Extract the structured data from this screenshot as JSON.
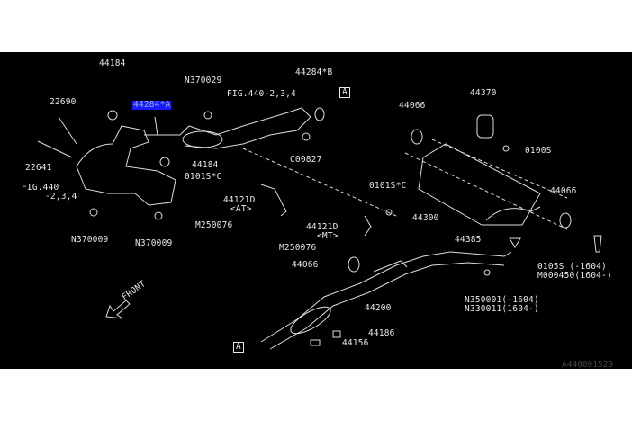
{
  "diagram_id": "A440001529",
  "highlighted_part": "44284*A",
  "labels": {
    "p44184_top": "44184",
    "p22690": "22690",
    "p44284A": "44284*A",
    "n370029": "N370029",
    "fig_upper": "FIG.440-2,3,4",
    "p44284B": "44284*B",
    "ref_a_top": "A",
    "c00827": "C00827",
    "p44184_mid": "44184",
    "s0101C_left": "0101S*C",
    "p22641": "22641",
    "fig_left_1": "FIG.440",
    "fig_left_2": "-2,3,4",
    "p44121D_at": "44121D",
    "at": "<AT>",
    "m250076_left": "M250076",
    "n370009_left": "N370009",
    "n370009_right": "N370009",
    "p44370": "44370",
    "p44066_top": "44066",
    "s0100": "0100S",
    "s0101C_right": "0101S*C",
    "p44066_right": "44066",
    "p44300": "44300",
    "p44121D_mt": "44121D",
    "mt": "<MT>",
    "m250076_right": "M250076",
    "p44385": "44385",
    "p44066_low": "44066",
    "s0105": "0105S   (-1604)",
    "m000450": "M000450(1604-)",
    "n350001": "N350001(-1604)",
    "n330011": "N330011(1604-)",
    "p44200": "44200",
    "p44186": "44186",
    "p44156": "44156",
    "ref_a_bottom": "A",
    "front": "FRONT"
  }
}
